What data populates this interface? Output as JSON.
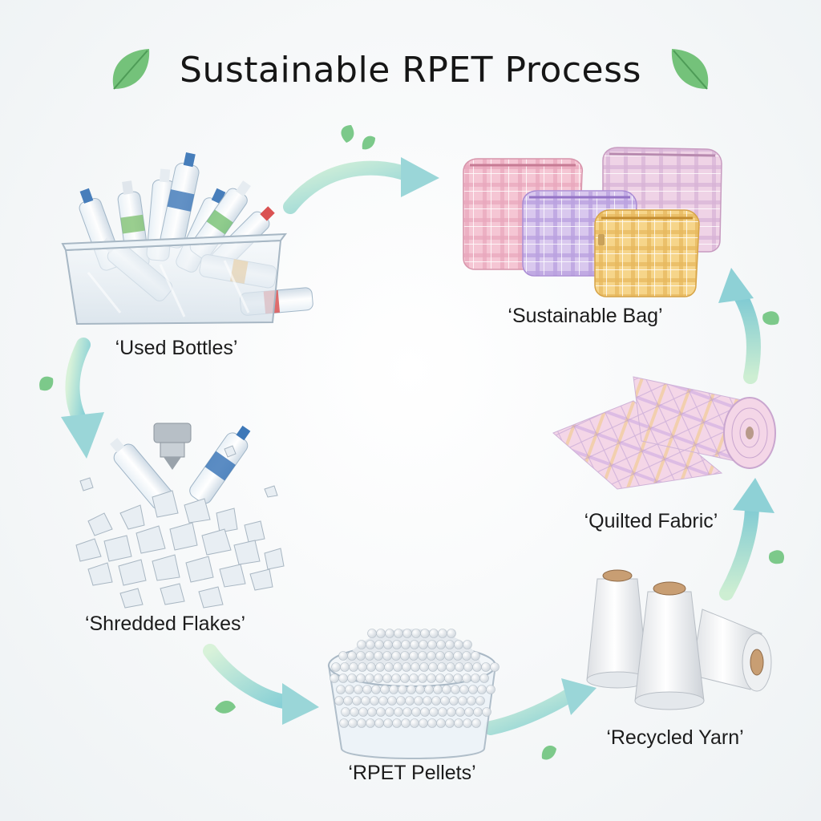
{
  "title": "Sustainable RPET Process",
  "steps": [
    {
      "label": "‘Used Bottles’",
      "icon": "bottle-bin-icon"
    },
    {
      "label": "‘Shredded Flakes’",
      "icon": "shredder-flakes-icon"
    },
    {
      "label": "‘RPET Pellets’",
      "icon": "pellet-bowl-icon"
    },
    {
      "label": "‘Recycled Yarn’",
      "icon": "yarn-spools-icon"
    },
    {
      "label": "‘Quilted Fabric’",
      "icon": "fabric-roll-icon"
    },
    {
      "label": "‘Sustainable Bag’",
      "icon": "pouch-bags-icon"
    }
  ],
  "colors": {
    "accent_green": "#7cc98a",
    "arrow_start": "#bfe8c6",
    "arrow_end": "#7ccbd9",
    "leaf": "#6dbb6f"
  }
}
